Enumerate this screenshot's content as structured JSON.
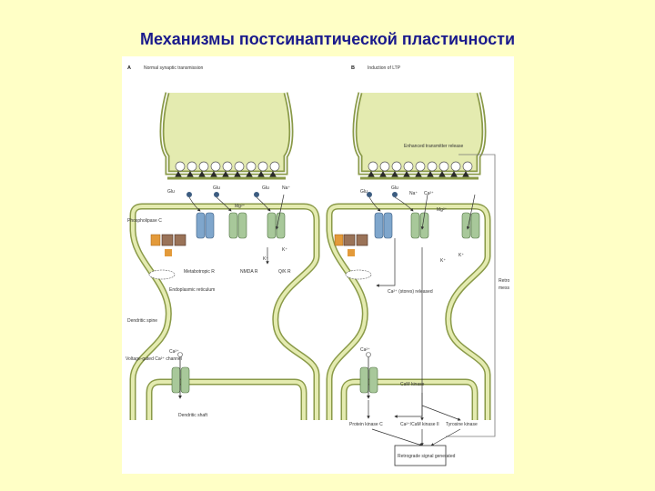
{
  "slide": {
    "title": "Механизмы постсинаптической пластичности"
  },
  "panel_a": {
    "letter": "A",
    "title": "Normal synaptic transmission",
    "labels": {
      "glu1": "Glu",
      "glu2": "Glu",
      "glu3": "Glu",
      "na": "Na⁺",
      "mg": "Mg²⁺",
      "k1": "K⁺",
      "k2": "K⁺",
      "ca": "Ca²⁺",
      "phospholipase": "Phospholipase C",
      "receptors_left": "Metabotropic R",
      "receptor_nmda": "NMDA R",
      "receptor_qk": "Q/K R",
      "endoplasmic": "Endoplasmic reticulum",
      "dendritic_spine": "Dendritic spine",
      "vgcc": "Voltage-gated Ca²⁺ channel",
      "dendritic_shaft": "Dendritic shaft"
    }
  },
  "panel_b": {
    "letter": "B",
    "title": "Induction of LTP",
    "labels": {
      "enhanced": "Enhanced transmitter release",
      "glu1": "Glu",
      "glu2": "Glu",
      "na": "Na⁺",
      "ca1": "Ca²⁺",
      "mg": "Mg²⁺",
      "k1": "K⁺",
      "k2": "K⁺",
      "ca_stores": "Ca²⁺ (stores) released",
      "ca2": "Ca²⁺",
      "cam_kinase": "CaM kinase",
      "protein_kinase_c": "Protein kinase C",
      "cam_kinase_ii": "Ca²⁺/CaM kinase II",
      "tyrosine_kinase": "Tyrosine kinase",
      "retrograde": "Retrograde signal generated",
      "side1": "Retro",
      "side2": "mess"
    }
  },
  "colors": {
    "background": "#FFFFC6",
    "title": "#1a1a8c",
    "membrane_fill": "#E4EBB0",
    "membrane_stroke": "#8A9A48",
    "receptor_green": "#A8C89A",
    "receptor_blue": "#7FA6CC",
    "receptor_brown": "#9A7358",
    "orange_molecule": "#E39A3A",
    "vesicle": "#ffffff",
    "pin": "#2a2a2a",
    "arrow": "#333333"
  }
}
